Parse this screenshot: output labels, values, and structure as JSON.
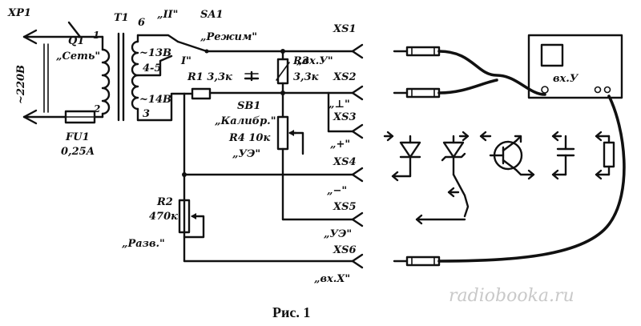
{
  "labels": {
    "xp1": "XP1",
    "mains_v": "~220В",
    "q1": "Q1",
    "q1_name": "„Сеть\"",
    "q1_pin1": "1",
    "q1_pin2": "2",
    "fu1": "FU1",
    "fu1_val": "0,25А",
    "t1": "T1",
    "t1_tap6": "6",
    "t1_v13": "~13В",
    "t1_tap45": "4-5",
    "t1_v14": "~14В",
    "t1_tap3": "3",
    "sa1_pos2": "„II\"",
    "sa1_pos1": "I\"",
    "sa1": "SA1",
    "sa1_name": "„Режим\"",
    "r1": "R1 3,3к",
    "sb1": "SB1",
    "sb1_name": "„Калибр.\"",
    "r3": "R3",
    "r3_val": "3,3к",
    "r4": "R4 10к",
    "r4_name": "„УЭ\"",
    "r2": "R2",
    "r2_val": "470к",
    "r2_name": "„Разв.\"",
    "xs1": "XS1",
    "xs1_name": "„вх.У\"",
    "xs2": "XS2",
    "xs2_name": "„⊥\"",
    "xs3": "XS3",
    "xs3_name": "„+\"",
    "xs4": "XS4",
    "xs4_name": "„−\"",
    "xs5": "XS5",
    "xs5_name": "„УЭ\"",
    "xs6": "XS6",
    "xs6_name": "„вх.Х\"",
    "scope_in_y": "вх.У",
    "caption": "Рис. 1",
    "watermark": "radiobooka.ru"
  }
}
